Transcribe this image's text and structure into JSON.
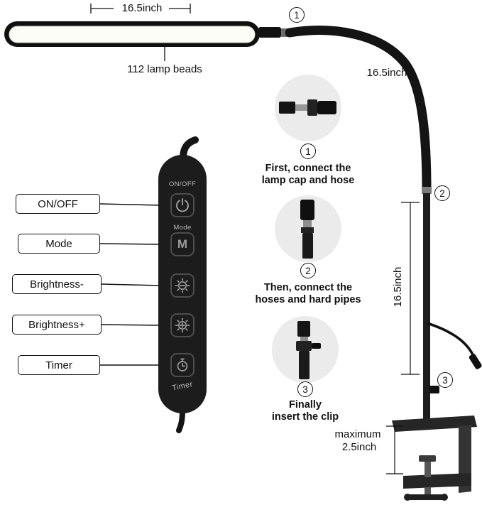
{
  "diagram": {
    "lamp_width_label": "16.5inch",
    "lamp_beads_label": "112 lamp beads",
    "hose_length_label": "16.5inch",
    "pole_length_label": "16.5inch",
    "clamp_max_line1": "maximum",
    "clamp_max_line2": "2.5inch",
    "marker1": "1",
    "marker2": "2",
    "marker3": "3"
  },
  "panel": {
    "top_label": "ON/OFF",
    "mode_label": "Mode",
    "timer_label": "Timer",
    "mode_glyph": "M",
    "buttons": [
      {
        "name": "power-button",
        "icon": "power-icon",
        "label": "ON/OFF"
      },
      {
        "name": "mode-button",
        "icon": "mode-m-icon",
        "label": "Mode"
      },
      {
        "name": "brightness-minus-button",
        "icon": "brightness-minus-icon",
        "label": "Brightness-"
      },
      {
        "name": "brightness-plus-button",
        "icon": "brightness-plus-icon",
        "label": "Brightness+"
      },
      {
        "name": "timer-button",
        "icon": "timer-icon",
        "label": "Timer"
      }
    ]
  },
  "callouts": [
    {
      "label": "ON/OFF"
    },
    {
      "label": "Mode"
    },
    {
      "label": "Brightness-"
    },
    {
      "label": "Brightness+"
    },
    {
      "label": "Timer"
    }
  ],
  "steps": [
    {
      "number": "1",
      "line1": "First, connect the",
      "line2": "lamp cap and hose"
    },
    {
      "number": "2",
      "line1": "Then, connect the",
      "line2": "hoses and hard pipes"
    },
    {
      "number": "3",
      "line1": "Finally",
      "line2": "insert the clip"
    }
  ],
  "colors": {
    "ink": "#111111",
    "panel_bg": "#1c1c1c",
    "step_circle_bg": "#ebebeb"
  }
}
